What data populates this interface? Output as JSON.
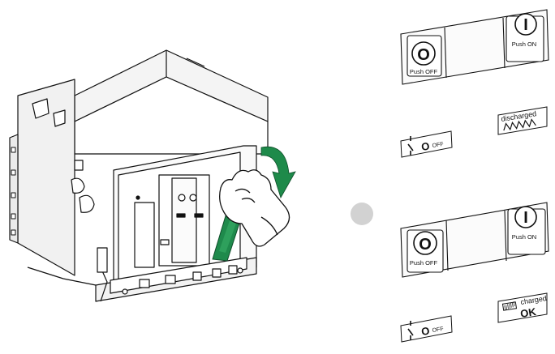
{
  "labels": {
    "push_off": "Push OFF",
    "push_on": "Push ON",
    "off_symbol": "O",
    "on_symbol": "I",
    "off_text": "OFF",
    "discharged": "discharged",
    "charged": "charged",
    "ok": "OK"
  },
  "colors": {
    "handle_green": "#1f8a4c",
    "arrow_green": "#1e8a4a",
    "separator_dot": "#d2d2d2",
    "line": "#111111"
  },
  "icons": [
    "breaker-illustration",
    "rotation-arrow-icon",
    "hand-icon",
    "spring-icon",
    "charged-spring-icon"
  ]
}
